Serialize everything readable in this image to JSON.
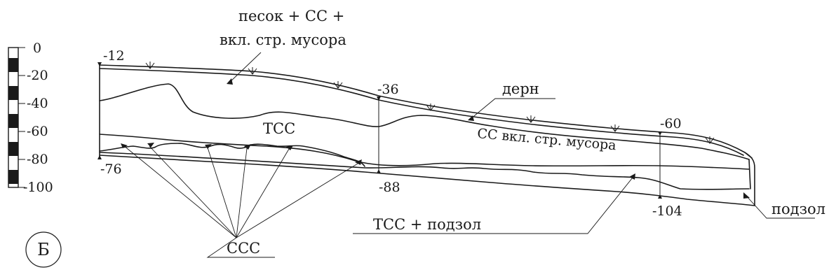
{
  "scale_bar": {
    "ticks": [
      "0",
      "-20",
      "-40",
      "-60",
      "-80",
      "-100"
    ]
  },
  "profile_depths": {
    "left_top": "-12",
    "left_bottom": "-76",
    "mid_top": "-36",
    "mid_bottom": "-88",
    "right_top": "-60",
    "right_bottom": "-104"
  },
  "layers": {
    "sand_line1": "песок + СС +",
    "sand_line2": "вкл. стр. мусора",
    "turf": "дерн",
    "tss": "ТСС",
    "ss_debris": "СС вкл. стр. мусора",
    "tss_podzol": "ТСС + подзол",
    "podzol": "подзол",
    "sss": "ССС"
  },
  "panel_label": "Б"
}
